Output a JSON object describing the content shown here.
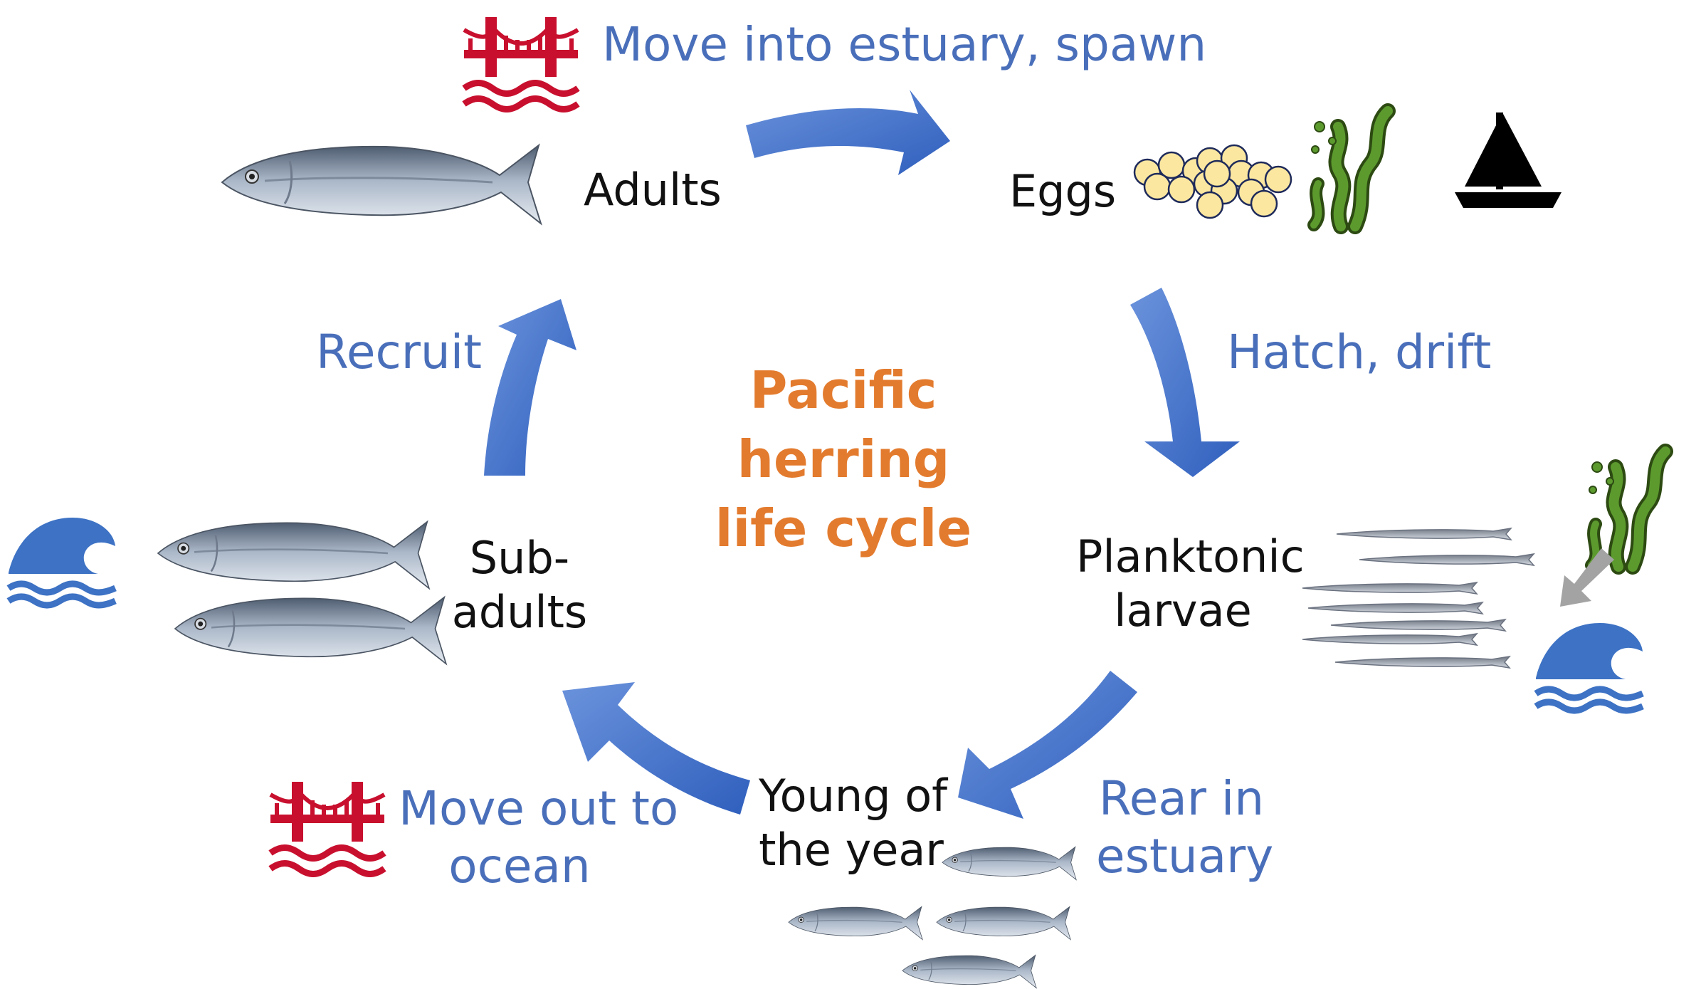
{
  "title_lines": [
    "Pacific",
    "herring",
    "life cycle"
  ],
  "stages": {
    "adults": "Adults",
    "eggs": "Eggs",
    "larvae_l1": "Planktonic",
    "larvae_l2": "larvae",
    "yoy_l1": "Young of",
    "yoy_l2": "the year",
    "sub_l1": "Sub-",
    "sub_l2": "adults"
  },
  "transitions": {
    "spawn": "Move into estuary, spawn",
    "hatch": "Hatch, drift",
    "rear_l1": "Rear in",
    "rear_l2": "estuary",
    "out_l1": "Move out to",
    "out_l2": "ocean",
    "recruit": "Recruit"
  },
  "colors": {
    "arrow": "#3d6fcc",
    "transition_text": "#4a6fba",
    "title": "#e37b2e",
    "bridge": "#c8102e",
    "wave": "#3d72c4",
    "seaweed": "#4a8a2a",
    "egg": "#fbe7a0"
  },
  "icons": [
    "bridge-icon",
    "wave-icon",
    "seaweed-icon",
    "sailboat-icon",
    "fish-image",
    "egg-cluster",
    "larva-image"
  ]
}
